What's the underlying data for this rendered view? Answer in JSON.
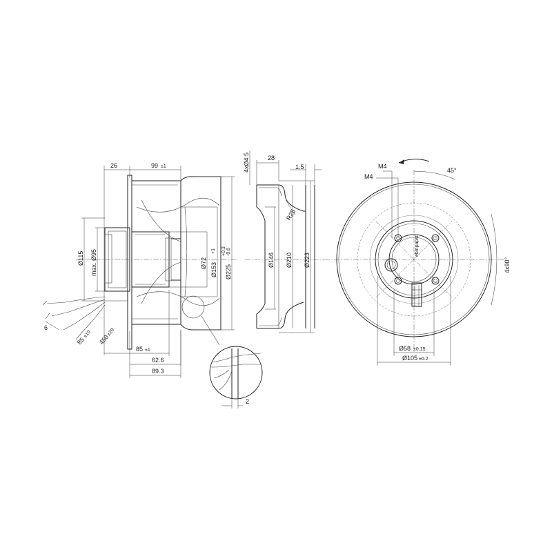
{
  "side_view": {
    "dims": {
      "d26": "26",
      "d99": "99",
      "d99_tol": "±1",
      "d115": "Ø115",
      "dmax95": "max. Ø95",
      "d72": "Ø72",
      "d153": "Ø153",
      "d153_tol": "+1",
      "d225": "Ø225",
      "d225_tol_up": "+0.3",
      "d225_tol_dn": "-0.6",
      "d6": "6",
      "d85_lead": "85",
      "d85_lead_tol": "±10",
      "d450": "450",
      "d450_tol": "±20",
      "d85": "85",
      "d85_tol": "±1",
      "d62_6": "62.6",
      "d89_3": "89.3"
    }
  },
  "inlet_ring": {
    "dims": {
      "holes": "4xØ4.5",
      "d28": "28",
      "d1_5": "1.5",
      "r25": "R25",
      "d146": "Ø146",
      "d210": "Ø210",
      "d223": "Ø223"
    }
  },
  "detail": {
    "dims": {
      "d2": "2"
    }
  },
  "front_view": {
    "dims": {
      "m4_top": "M4",
      "m4_left": "M4",
      "a45": "45°",
      "a4x90": "4x90°",
      "d58": "Ø58",
      "d58_tol": "±0.15",
      "d105": "Ø105",
      "d105_tol": "±0.2"
    },
    "label_text": "ebmpapst"
  }
}
